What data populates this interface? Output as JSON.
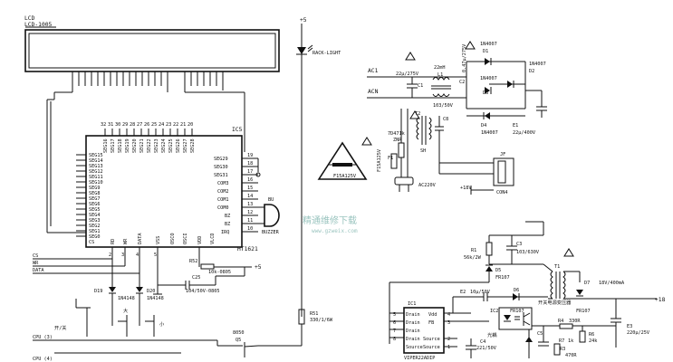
{
  "lcd": {
    "title": "LCD",
    "model": "LCD-1005"
  },
  "supply_top": "+5",
  "backlight": "RACK-LIGHT",
  "ic5": {
    "name": "IC5",
    "part": "HT1621",
    "top_pins": [
      "32",
      "31",
      "30",
      "29",
      "28",
      "27",
      "26",
      "25",
      "24",
      "23",
      "22",
      "21",
      "20"
    ],
    "top_signals": [
      "SEG16",
      "SEG17",
      "SEG18",
      "SEG19",
      "SEG20",
      "SEG21",
      "SEG22",
      "SEG23",
      "SEG24",
      "SEG25",
      "SEG26",
      "SEG27",
      "SEG28"
    ],
    "left_signals": [
      "SEG15",
      "SEG14",
      "SEG13",
      "SEG12",
      "SEG11",
      "SEG10",
      "SEG9",
      "SEG8",
      "SEG7",
      "SEG6",
      "SEG5",
      "SEG4",
      "SEG3",
      "SEG2",
      "SEG1",
      "SEG0",
      "CS"
    ],
    "right_signals": [
      "SEG29",
      "SEG30",
      "SEG31",
      "COM3",
      "COM2",
      "COM1",
      "COM0",
      "BZ",
      "BZ",
      "IRQ"
    ],
    "right_pins": [
      "19",
      "18",
      "17",
      "16",
      "15",
      "14",
      "13",
      "12",
      "11",
      "10"
    ],
    "bottom_signals": [
      "RD",
      "WR",
      "DATA",
      "VSS",
      "OSCO",
      "OSCI",
      "VDD",
      "VLCD"
    ],
    "bottom_pins": [
      "2",
      "3",
      "4",
      "5"
    ]
  },
  "bus": [
    "CS",
    "WR",
    "DATA"
  ],
  "buzzer": {
    "ref": "BU",
    "name": "BUZZER"
  },
  "r52": "R52",
  "r52_value": "10k-0805",
  "c25": "C25",
  "c25_value": "104/50V-0805",
  "vplus": "+5",
  "d19": "D19",
  "d19_part": "1N4148",
  "d20": "D20",
  "d20_part": "1N4148",
  "key_big": "大",
  "key_small": "小",
  "key_onoff": "开/关",
  "cpu_label": "CPU (3)",
  "cpu_bottom": "CPU (4)",
  "q8050": "8050",
  "q_ref": "Q5",
  "r51": "R51",
  "r51_value": "330/1/6W",
  "ac1": "AC1",
  "acn": "ACN",
  "c1": "C1",
  "c1_value": "22μ/275V",
  "l1": "L1",
  "l1_value": "22mH",
  "c2": "C2",
  "c2_value": "0.47μ/275V",
  "d1": "D1",
  "d1_part": "1N4007",
  "d2": "D2",
  "d2_part": "1N4007",
  "d3": "D3",
  "d3_part": "1N4007",
  "d4": "D4",
  "d4_part": "1N4007",
  "e1": "E1",
  "e1_value": "22μ/400V",
  "t2": "T2",
  "t2_value": "103/50V",
  "c8": "C8",
  "znr": "7D471k",
  "znr_label": "ZNR",
  "f1": "F1",
  "f1_value": "F15A125V",
  "warn_fuse": "F15A125V",
  "sh": "SH",
  "jf": "JF",
  "con4": "CON4",
  "plus18": "+18V",
  "ac220": "AC220V",
  "watermark": "精通维修下载",
  "watermark_url": "www.gzweix.com",
  "r1": "R1",
  "r1_value": "56k/2W",
  "c3": "C3",
  "c3_value": "103/630V",
  "d5": "D5",
  "d5_part": "FR107",
  "t1": "T1",
  "e2": "E2",
  "e2_value": "10μ/50V",
  "d6": "D6",
  "d6_part": "FR107",
  "d7": "D7",
  "d7_part": "FR107",
  "d7_value": "18V/400mA",
  "plus18b": "+18",
  "opto_note": "开关电源变压器",
  "ic1": "IC1",
  "ic1_part": "VIPER22ADIP",
  "ic1_pins": [
    "Drain",
    "Drain",
    "Drain",
    "Drain",
    "Source",
    "Source"
  ],
  "ic1_right": [
    "Vdd",
    "FB",
    "Source",
    "Source"
  ],
  "ic1_pin_numbers": [
    "5",
    "6",
    "7",
    "8",
    "4",
    "3",
    "2",
    "1"
  ],
  "ic2": "IC2",
  "ic2_name": "光耦",
  "r4": "R4",
  "r4_value": "330R",
  "r6": "R6",
  "r6_value": "24k",
  "e3": "E3",
  "e3_value": "220μ/25V",
  "c4": "C4",
  "c4_value": "221/50V",
  "c5": "C5",
  "r3": "R3",
  "r3_value": "470R",
  "r7": "R7",
  "r7_value": "1k"
}
